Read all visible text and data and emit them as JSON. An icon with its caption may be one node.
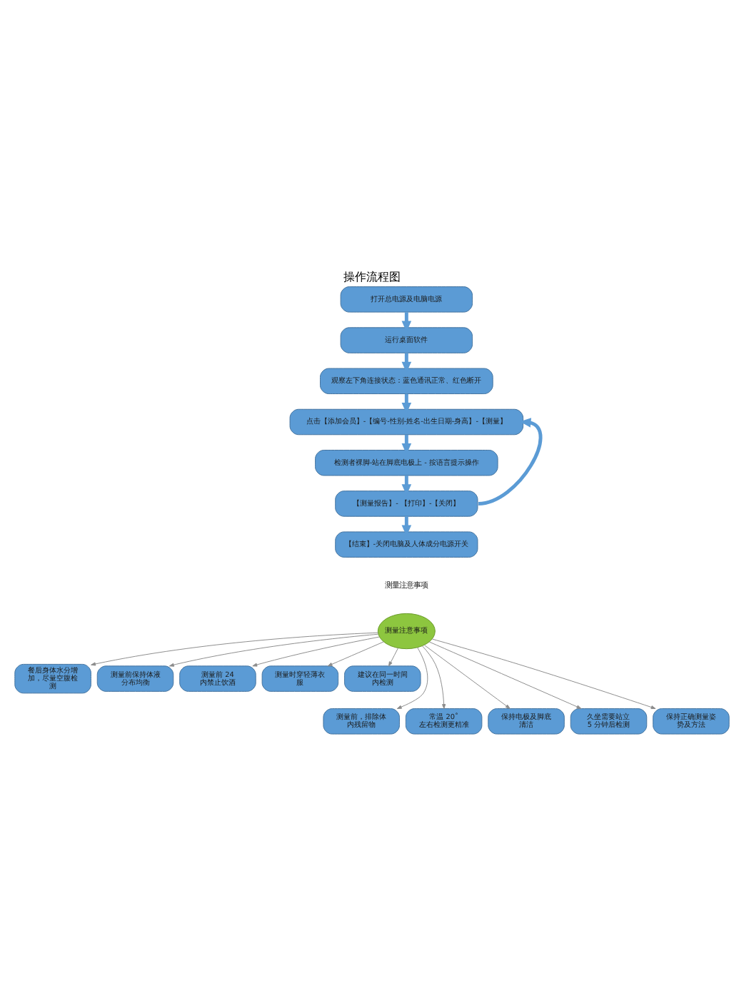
{
  "diagram": {
    "title": "操作流程图",
    "nodes": [
      {
        "text": [
          "打开总电源及电脑电源"
        ]
      },
      {
        "text": [
          "运行桌面软件"
        ]
      },
      {
        "text": [
          "观察左下角连接状态：蓝色通讯正常、红色断开"
        ]
      },
      {
        "text": [
          "点击【添加会员】-【编号-性别-姓名-出生日期-身高】-【测量】"
        ]
      },
      {
        "text": [
          "检测者裸脚-站在脚底电极上 - 按语言提示操作"
        ]
      },
      {
        "text": [
          "【测量报告】- 【打印】-【关闭】"
        ]
      },
      {
        "text": [
          "【结束】-关闭电脑及人体成分电源开关"
        ]
      },
      {
        "text": [
          "测量注意事项"
        ]
      },
      {
        "text": [
          "餐后身体水分增加，尽量空腹检测"
        ]
      },
      {
        "text": [
          "测量前保持体液分布均衡"
        ]
      },
      {
        "text": [
          "测量前 24 内禁止饮酒"
        ]
      },
      {
        "text": [
          "测量时穿轻薄衣服"
        ]
      },
      {
        "text": [
          "建议在同一时间内检测"
        ]
      },
      {
        "text": [
          "测量前，排除体内残留物"
        ]
      },
      {
        "text": [
          "常温 20˚ 左右检测更精准"
        ]
      },
      {
        "text": [
          "保持电极及脚底清洁"
        ]
      },
      {
        "text": [
          "久坐需要站立 5 分钟后检测"
        ]
      },
      {
        "text": [
          "保持正确测量姿势及方法"
        ]
      }
    ],
    "edges": [
      {
        "from": 0,
        "to": 1,
        "arrow": "to",
        "style": "thick",
        "color": "#5b9bd5"
      },
      {
        "from": 1,
        "to": 2,
        "arrow": "to",
        "style": "thick",
        "color": "#5b9bd5"
      },
      {
        "from": 2,
        "to": 3,
        "arrow": "to",
        "style": "thick",
        "color": "#5b9bd5"
      },
      {
        "from": 3,
        "to": 4,
        "arrow": "to",
        "style": "thick",
        "color": "#5b9bd5"
      },
      {
        "from": 4,
        "to": 5,
        "arrow": "to",
        "style": "thick",
        "color": "#5b9bd5"
      },
      {
        "from": 5,
        "to": 6,
        "arrow": "to",
        "style": "thick",
        "color": "#5b9bd5"
      },
      {
        "from": 5,
        "to": 3,
        "arrow": "to",
        "style": "thick",
        "color": "#5b9bd5"
      },
      {
        "from": 7,
        "to": 8,
        "arrow": "to"
      },
      {
        "from": 7,
        "to": 9,
        "arrow": "to"
      },
      {
        "from": 7,
        "to": 10,
        "arrow": "to"
      },
      {
        "from": 7,
        "to": 11,
        "arrow": "to"
      },
      {
        "from": 7,
        "to": 12,
        "arrow": "to"
      },
      {
        "from": 7,
        "to": 13,
        "arrow": "to"
      },
      {
        "from": 7,
        "to": 14,
        "arrow": "to"
      },
      {
        "from": 7,
        "to": 15,
        "arrow": "to"
      },
      {
        "from": 7,
        "to": 16,
        "arrow": "to"
      },
      {
        "from": 7,
        "to": 17,
        "arrow": "to"
      }
    ],
    "labels": [
      "测量注意事项"
    ]
  }
}
